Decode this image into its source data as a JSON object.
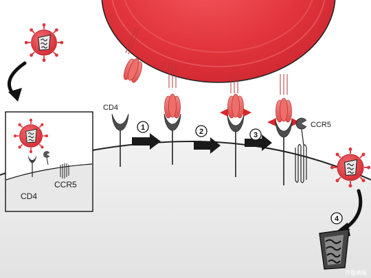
{
  "labels": {
    "cd4_main": "CD4",
    "ccr5_main": "CCR5",
    "cd4_inset": "CD4",
    "ccr5_inset": "CCR5"
  },
  "steps": [
    "1",
    "2",
    "3",
    "4"
  ],
  "watermark": "齐鲁晚报",
  "colors": {
    "virus_red": "#d8313a",
    "virus_pink": "#ef6c72",
    "glycoprotein_red": "#ea5f5a",
    "cell_gray": "#e9e9e9",
    "receptor_dark": "#565656",
    "arrow_black": "#1a1a1a"
  }
}
